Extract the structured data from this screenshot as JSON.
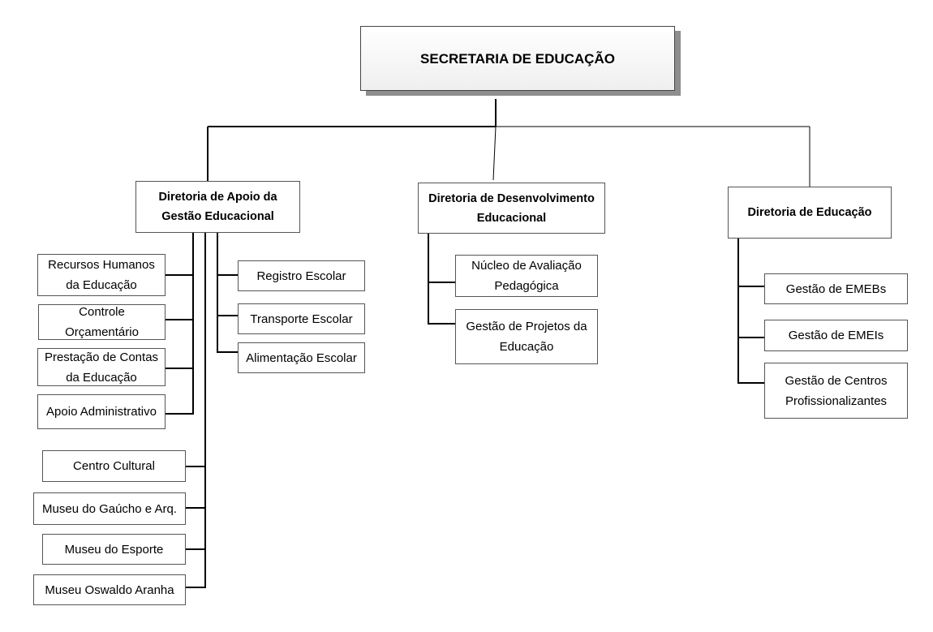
{
  "root": {
    "title": "SECRETARIA DE EDUCAÇÃO"
  },
  "directorates": {
    "apoio": {
      "title": "Diretoria de Apoio da Gestão Educacional"
    },
    "desenvolvimento": {
      "title": "Diretoria de Desenvolvimento Educacional"
    },
    "educacao": {
      "title": "Diretoria de Educação"
    }
  },
  "units": {
    "recursos_humanos": "Recursos Humanos da Educação",
    "controle_orcamentario": "Controle Orçamentário",
    "prestacao_contas": "Prestação de Contas da Educação",
    "apoio_administrativo": "Apoio Administrativo",
    "registro_escolar": "Registro Escolar",
    "transporte_escolar": "Transporte Escolar",
    "alimentacao_escolar": "Alimentação Escolar",
    "centro_cultural": "Centro Cultural",
    "museu_gaucho": "Museu do Gaúcho e Arq.",
    "museu_esporte": "Museu do Esporte",
    "museu_oswaldo": "Museu Oswaldo Aranha",
    "nucleo_avaliacao": "Núcleo de Avaliação Pedagógica",
    "gestao_projetos": "Gestão de Projetos da Educação",
    "gestao_emebs": "Gestão de EMEBs",
    "gestao_emeis": "Gestão de EMEIs",
    "gestao_centros": "Gestão de Centros Profissionalizantes"
  }
}
